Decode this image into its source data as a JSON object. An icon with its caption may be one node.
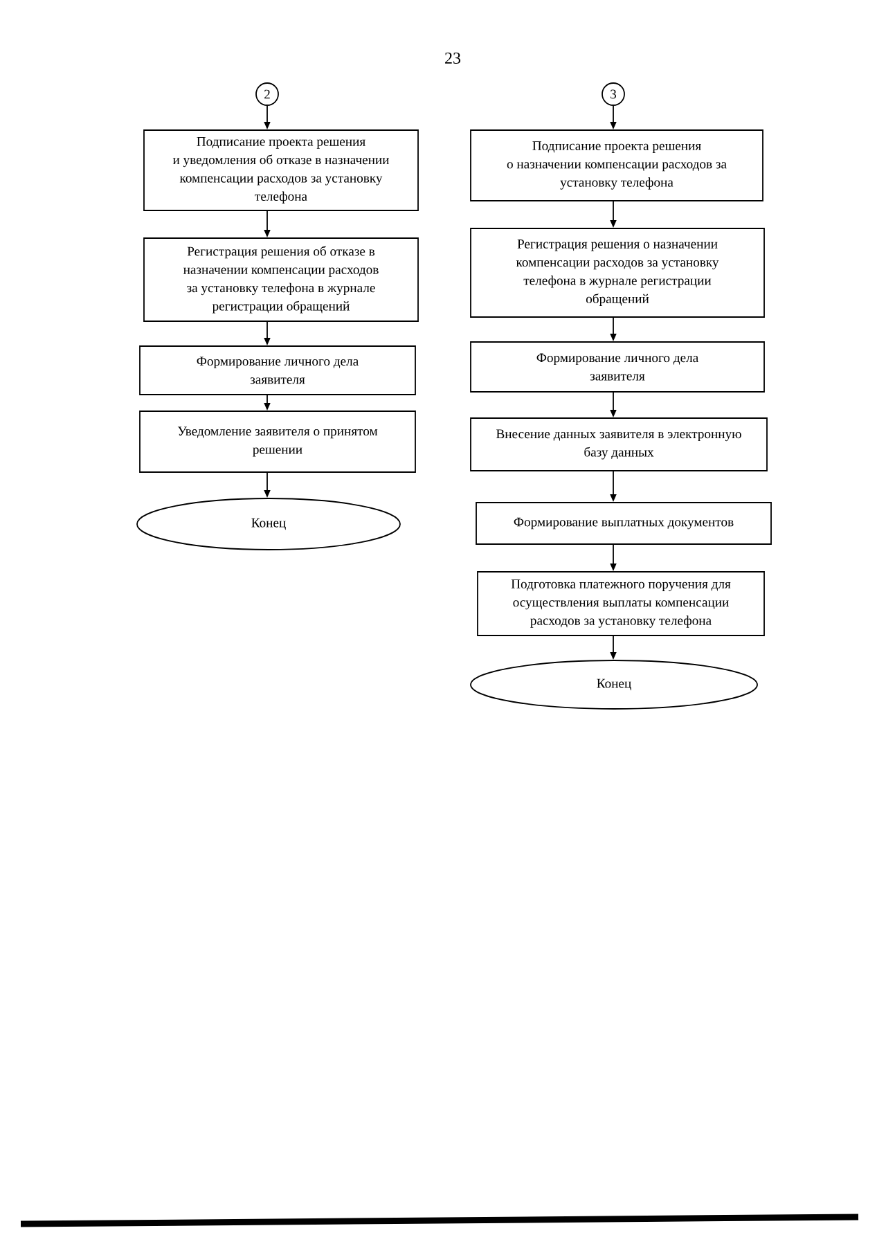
{
  "diagram": {
    "nodes": [
      {
        "text": [
          "2"
        ]
      },
      {
        "text": [
          "Подписание проекта решения и уведомления об отказе в назначении компенсации расходов за установку телефона"
        ]
      },
      {
        "text": [
          "Регистрация решения об отказе в назначении компенсации расходов за установку телефона в журнале регистрации обращений"
        ]
      },
      {
        "text": [
          "Формирование личного дела заявителя"
        ]
      },
      {
        "text": [
          "Уведомление заявителя о принятом решении"
        ]
      },
      {
        "text": [
          "Конец"
        ]
      },
      {
        "text": [
          "3"
        ]
      },
      {
        "text": [
          "Подписание проекта решения о назначении компенсации расходов за установку телефона"
        ]
      },
      {
        "text": [
          "Регистрация решения о назначении компенсации расходов за установку телефона в журнале регистрации обращений"
        ]
      },
      {
        "text": [
          "Формирование личного дела заявителя"
        ]
      },
      {
        "text": [
          "Внесение данных заявителя в электронную базу данных"
        ]
      },
      {
        "text": [
          "Формирование выплатных документов"
        ]
      },
      {
        "text": [
          "Подготовка платежного поручения для осуществления выплаты компенсации расходов за установку телефона"
        ]
      },
      {
        "text": [
          "Конец"
        ]
      }
    ],
    "edges": [
      {
        "from": 0,
        "to": 1,
        "arrow": "to"
      },
      {
        "from": 1,
        "to": 2,
        "arrow": "to"
      },
      {
        "from": 2,
        "to": 3,
        "arrow": "to"
      },
      {
        "from": 3,
        "to": 4,
        "arrow": "to"
      },
      {
        "from": 4,
        "to": 5,
        "arrow": "to"
      },
      {
        "from": 6,
        "to": 7,
        "arrow": "to"
      },
      {
        "from": 7,
        "to": 8,
        "arrow": "to"
      },
      {
        "from": 8,
        "to": 9,
        "arrow": "to"
      },
      {
        "from": 9,
        "to": 10,
        "arrow": "to"
      },
      {
        "from": 10,
        "to": 11,
        "arrow": "to"
      },
      {
        "from": 11,
        "to": 12,
        "arrow": "to"
      },
      {
        "from": 12,
        "to": 13,
        "arrow": "to"
      }
    ],
    "labels": [
      "23"
    ]
  }
}
